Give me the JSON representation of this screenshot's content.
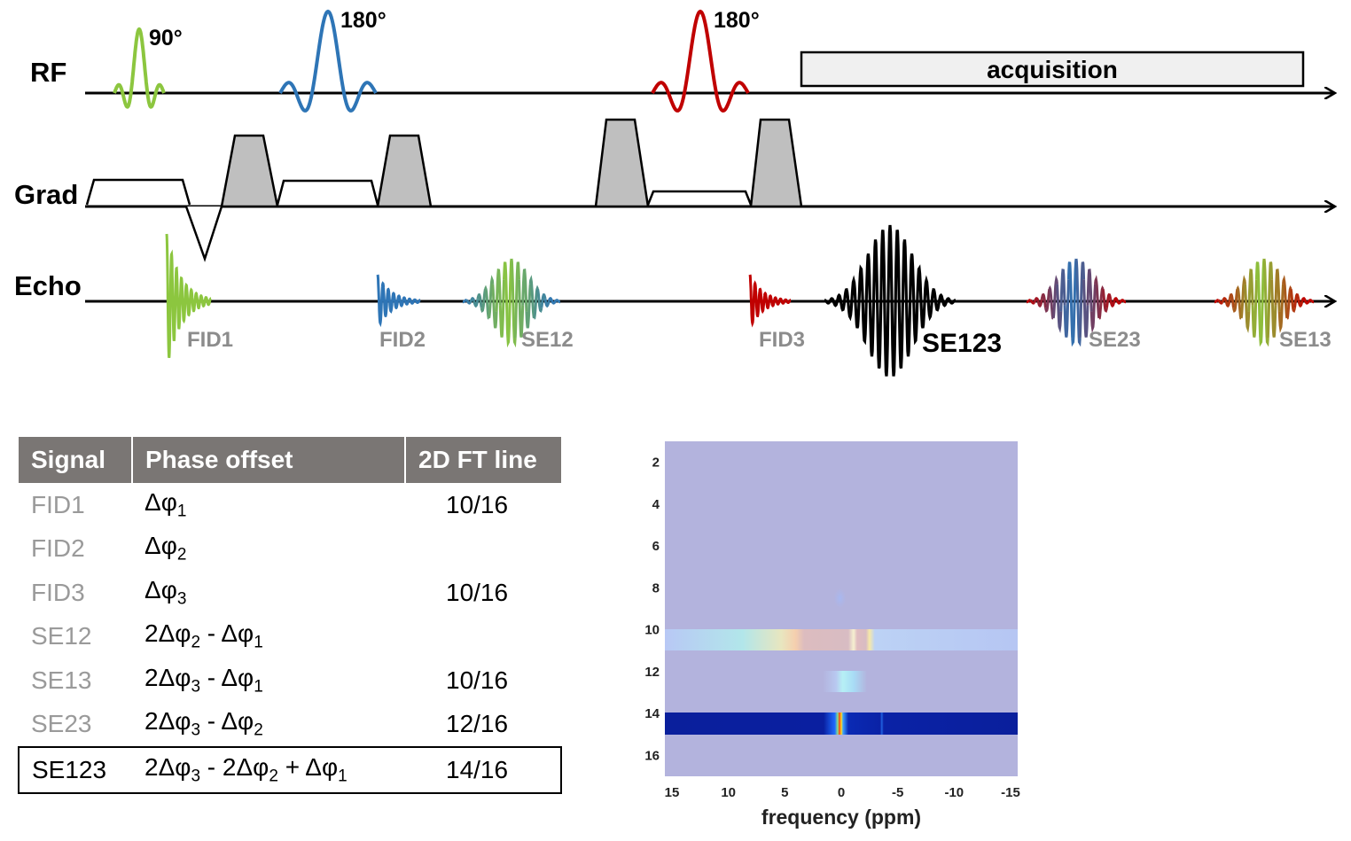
{
  "sequence": {
    "rows": {
      "rf": "RF",
      "grad": "Grad",
      "echo": "Echo"
    },
    "pulses": [
      {
        "label": "90°",
        "color": "#8cc63f"
      },
      {
        "label": "180°",
        "color": "#2e75b6"
      },
      {
        "label": "180°",
        "color": "#c00000"
      }
    ],
    "acquisition_label": "acquisition",
    "signals": [
      {
        "label": "FID1",
        "colors": [
          "#8cc63f"
        ]
      },
      {
        "label": "FID2",
        "colors": [
          "#2e75b6"
        ]
      },
      {
        "label": "SE12",
        "colors": [
          "#2e75b6",
          "#8cc63f"
        ]
      },
      {
        "label": "FID3",
        "colors": [
          "#c00000"
        ]
      },
      {
        "label": "SE123",
        "colors": [
          "#000000"
        ]
      },
      {
        "label": "SE23",
        "colors": [
          "#c00000",
          "#2e75b6"
        ]
      },
      {
        "label": "SE13",
        "colors": [
          "#c00000",
          "#8cc63f"
        ]
      }
    ]
  },
  "table": {
    "headers": [
      "Signal",
      "Phase offset",
      "2D FT line"
    ],
    "rows": [
      {
        "signal": "FID1",
        "phase": "Δφ1",
        "line": "10/16"
      },
      {
        "signal": "FID2",
        "phase": "Δφ2",
        "line": ""
      },
      {
        "signal": "FID3",
        "phase": "Δφ3",
        "line": "10/16"
      },
      {
        "signal": "SE12",
        "phase": "2Δφ2 - Δφ1",
        "line": ""
      },
      {
        "signal": "SE13",
        "phase": "2Δφ3 - Δφ1",
        "line": "10/16"
      },
      {
        "signal": "SE23",
        "phase": "2Δφ3 - Δφ2",
        "line": "12/16"
      },
      {
        "signal": "SE123",
        "phase": "2Δφ3 - 2Δφ2 + Δφ1",
        "line": "14/16",
        "highlighted": true
      }
    ]
  },
  "chart_data": {
    "type": "heatmap",
    "xlabel": "frequency (ppm)",
    "ylabel": "",
    "xlim": [
      15,
      -15
    ],
    "ylim": [
      1,
      17
    ],
    "x_ticks": [
      "15",
      "10",
      "5",
      "0",
      "-5",
      "-10",
      "-15"
    ],
    "y_ticks": [
      "2",
      "4",
      "6",
      "8",
      "10",
      "12",
      "14",
      "16"
    ],
    "background_color": "#b3b3dd",
    "lines": [
      {
        "line": 8,
        "description_ppm_range": [
          0.5,
          -0.5
        ],
        "intensity": "weak"
      },
      {
        "line": 10,
        "description_ppm_range": [
          15,
          -15
        ],
        "intensity": "broad",
        "peaks_ppm": [
          -1.2,
          -2.5
        ]
      },
      {
        "line": 12,
        "description_ppm_range": [
          -0.5,
          -2.5
        ],
        "intensity": "weak"
      },
      {
        "line": 14,
        "description_ppm_range": [
          15,
          -15
        ],
        "intensity": "strong",
        "peaks_ppm": [
          0
        ]
      }
    ]
  }
}
